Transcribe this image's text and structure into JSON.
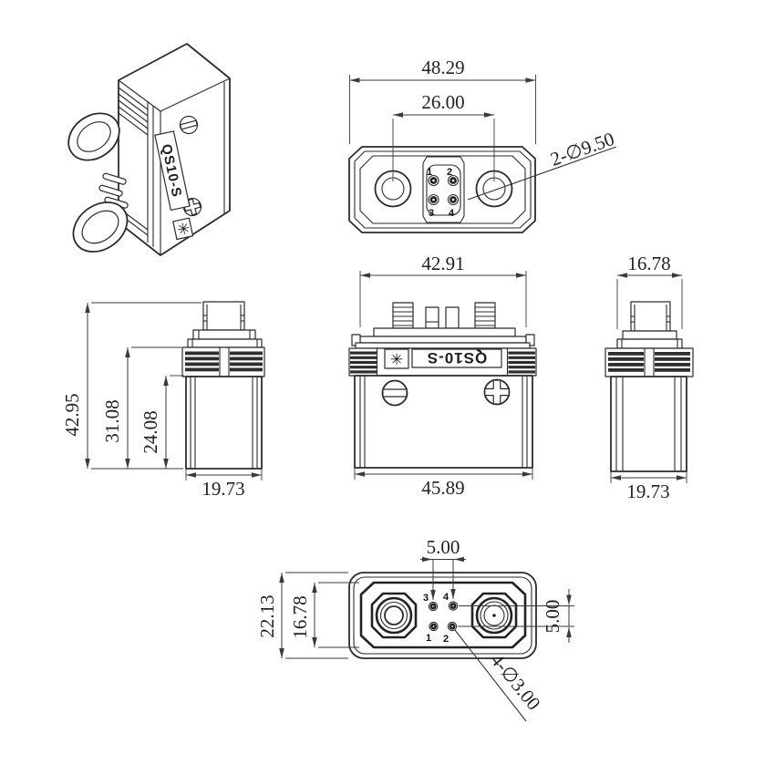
{
  "drawing": {
    "product_label": "QS10-S",
    "iso_view": {
      "label": "QS10-S",
      "star": "✳"
    },
    "top_view": {
      "width": "48.29",
      "hole_spacing": "26.00",
      "hole_callout": "2-∅9.50",
      "pin_labels": {
        "p1": "1",
        "p2": "2",
        "p3": "3",
        "p4": "4"
      }
    },
    "front_view": {
      "top_width": "42.91",
      "bottom_width": "45.89",
      "label": "QS10-S",
      "star": "✳"
    },
    "left_view": {
      "overall_height": "42.95",
      "flange_top_height": "31.08",
      "flange_bottom_height": "24.08",
      "bottom_width": "19.73"
    },
    "right_view": {
      "top_width": "16.78",
      "bottom_width": "19.73"
    },
    "bottom_view": {
      "pin_pitch_horizontal": "5.00",
      "overall_height": "22.13",
      "inner_height": "16.78",
      "pin_pitch_vertical": "5.00",
      "pin_callout": "4-∅3.00",
      "pin_labels": {
        "p1": "1",
        "p2": "2",
        "p3": "3",
        "p4": "4"
      }
    },
    "colors": {
      "line": "#2b2b2b",
      "dim_line": "#3a3a3a",
      "text": "#222222",
      "background": "#ffffff"
    }
  }
}
